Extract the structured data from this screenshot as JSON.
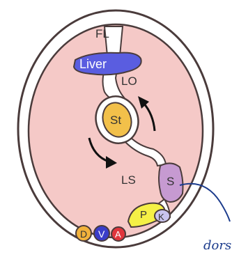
{
  "labels": {
    "falciform_ligament": "FL",
    "liver": "Liver",
    "lesser_omentum": "LO",
    "stomach": "St",
    "lienorenal_ligament": "LS",
    "spleen": "S",
    "pancreas": "P",
    "kidney": "K",
    "aorta_left": "D",
    "vertebra": "V",
    "aorta_right": "A",
    "handwritten_note": "dors"
  },
  "colors": {
    "cavity": "#f5c9c7",
    "outline": "#4a3b3b",
    "liver": "#5a5de0",
    "stomach": "#f2c04a",
    "spleen": "#c69ad1",
    "pancreas": "#f5f046",
    "kidney": "#c9c4ee",
    "circle_orange": "#f2b23c",
    "circle_blue": "#3a3dc9",
    "circle_red": "#e0353c",
    "arrow": "#111111",
    "ink": "#1b3b8c"
  }
}
